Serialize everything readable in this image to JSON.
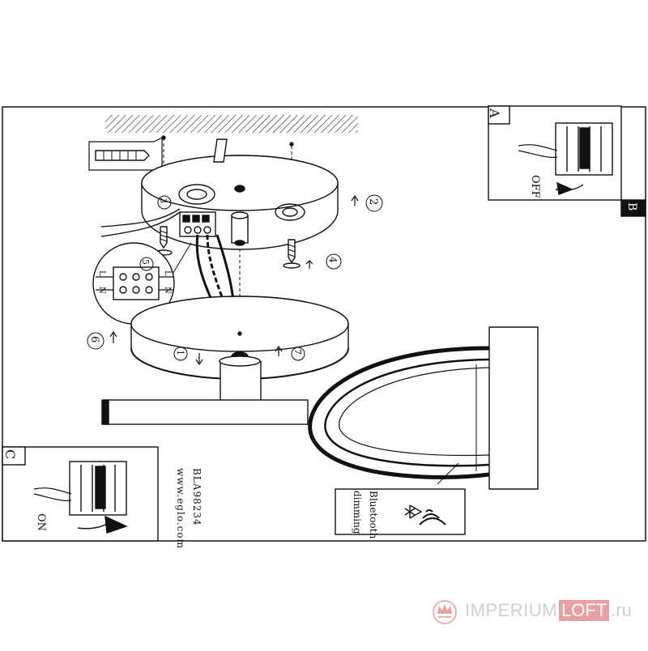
{
  "panels": {
    "a": {
      "letter": "A",
      "label": "OFF"
    },
    "b": {
      "letter": "B"
    },
    "c": {
      "letter": "C",
      "label": "ON"
    }
  },
  "steps": [
    "1",
    "2",
    "3",
    "4",
    "5",
    "6",
    "7"
  ],
  "terminal_marks": [
    "L",
    "N",
    "L",
    "N"
  ],
  "product": {
    "code": "BLA98234",
    "url": "www.eglo.com"
  },
  "bluetooth": {
    "label_line1": "Bluetooth",
    "label_line2": "dimming"
  },
  "watermark": {
    "name": "IMPERIUM",
    "highlight": "LOFT",
    "tld": ".ru",
    "accent": "#e8a0a0"
  }
}
